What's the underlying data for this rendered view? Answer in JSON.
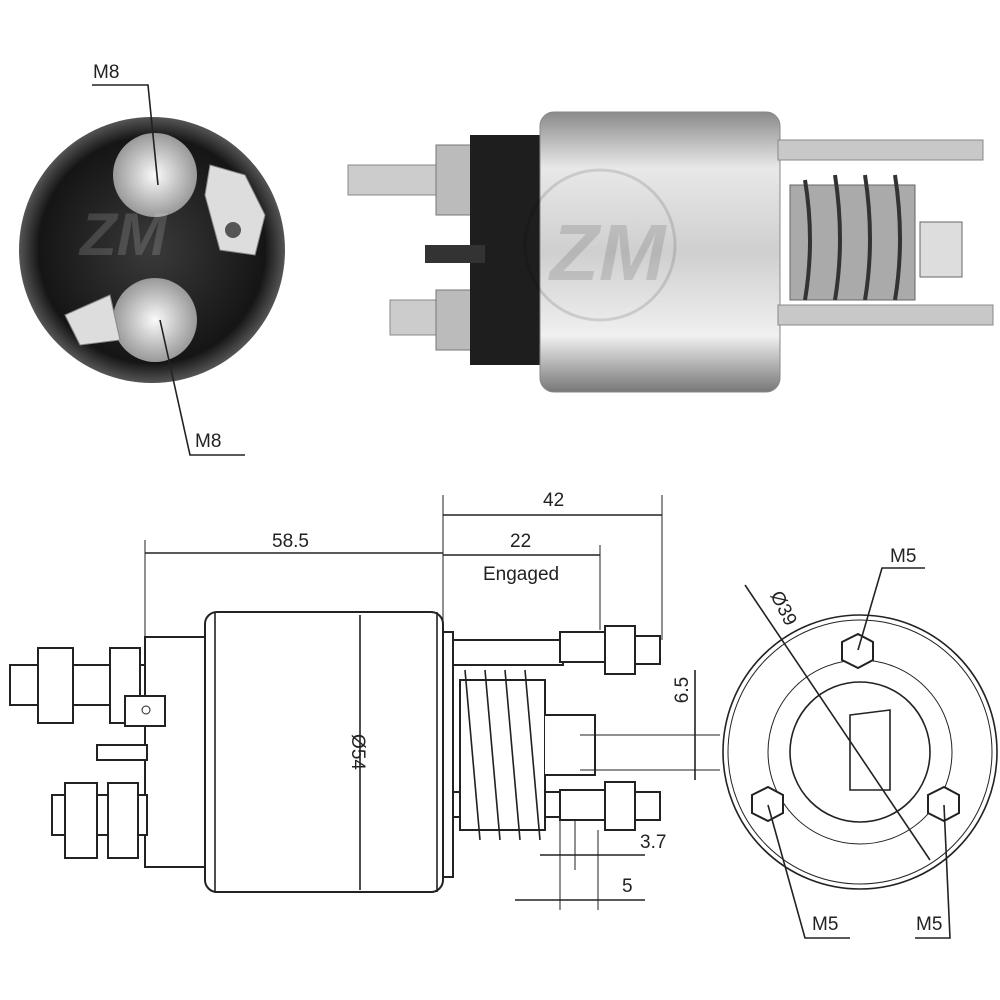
{
  "photo_end_view": {
    "label_top": "M8",
    "label_bottom": "M8",
    "logo": "ZM"
  },
  "photo_side_view": {
    "logo": "ZM"
  },
  "side_drawing": {
    "dim_length_body": "58.5",
    "dim_total": "42",
    "dim_engaged": "22",
    "engaged_label": "Engaged",
    "dim_diameter": "Ø54",
    "dim_offset": "6.5",
    "dim_small": "3.7",
    "dim_stroke": "5"
  },
  "end_drawing": {
    "dim_diameter": "Ø39",
    "label_top": "M5",
    "label_left": "M5",
    "label_right": "M5"
  }
}
